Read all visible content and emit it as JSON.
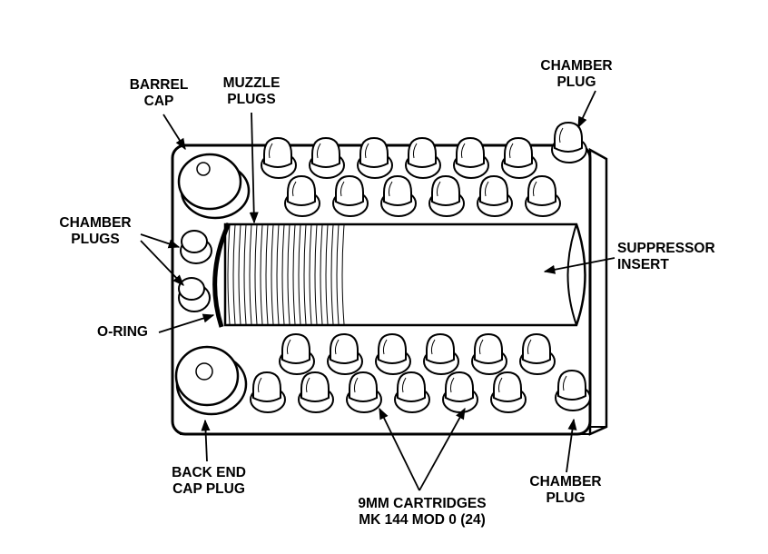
{
  "labels": {
    "barrel_cap": [
      "BARREL",
      "CAP"
    ],
    "muzzle_plugs": [
      "MUZZLE",
      "PLUGS"
    ],
    "chamber_plug_top": [
      "CHAMBER",
      "PLUG"
    ],
    "chamber_plugs_left": [
      "CHAMBER",
      "PLUGS"
    ],
    "suppressor_insert": [
      "SUPPRESSOR",
      "INSERT"
    ],
    "o_ring": [
      "O-RING"
    ],
    "back_end_cap_plug": [
      "BACK END",
      "CAP PLUG"
    ],
    "cartridges": [
      "9MM CARTRIDGES",
      "MK 144 MOD 0 (24)"
    ],
    "chamber_plug_bottom": [
      "CHAMBER",
      "PLUG"
    ]
  }
}
